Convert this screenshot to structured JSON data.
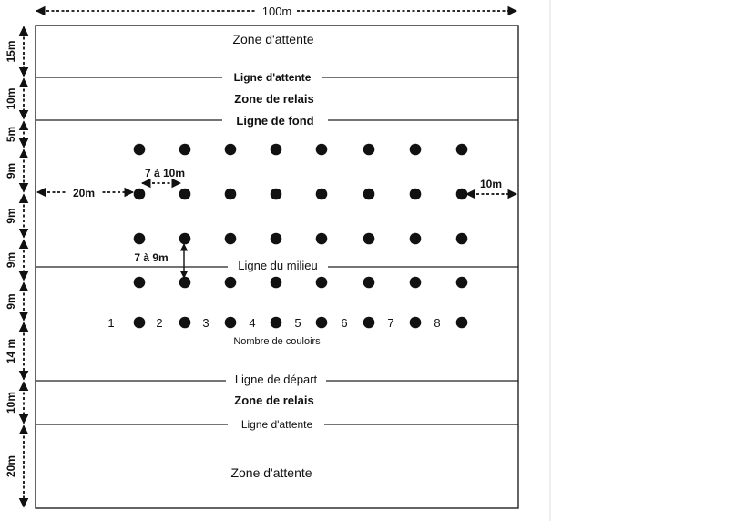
{
  "colors": {
    "ink": "#111111",
    "paper": "#ffffff"
  },
  "dimensions": {
    "total_width": "100m",
    "left_offset": "20m",
    "right_offset": "10m",
    "vertical": [
      "15m",
      "10m",
      "5m",
      "9m",
      "9m",
      "9m",
      "9m",
      "14 m",
      "10m",
      "20m"
    ],
    "lane_spacing": "7 à 10m",
    "row_spacing": "7 à 9m"
  },
  "zones": {
    "top_waiting": "Zone d'attente",
    "waiting_line_top": "Ligne d'attente",
    "relay_zone_top": "Zone de relais",
    "back_line": "Ligne de fond",
    "middle_line": "Ligne du milieu",
    "start_line": "Ligne de départ",
    "relay_zone_bottom": "Zone de relais",
    "waiting_line_bottom": "Ligne d'attente",
    "bottom_waiting": "Zone d'attente"
  },
  "lanes": {
    "numbers": [
      "1",
      "2",
      "3",
      "4",
      "5",
      "6",
      "7",
      "8"
    ],
    "caption": "Nombre de couloirs"
  },
  "cones": {
    "columns": 8,
    "rows": 5
  }
}
